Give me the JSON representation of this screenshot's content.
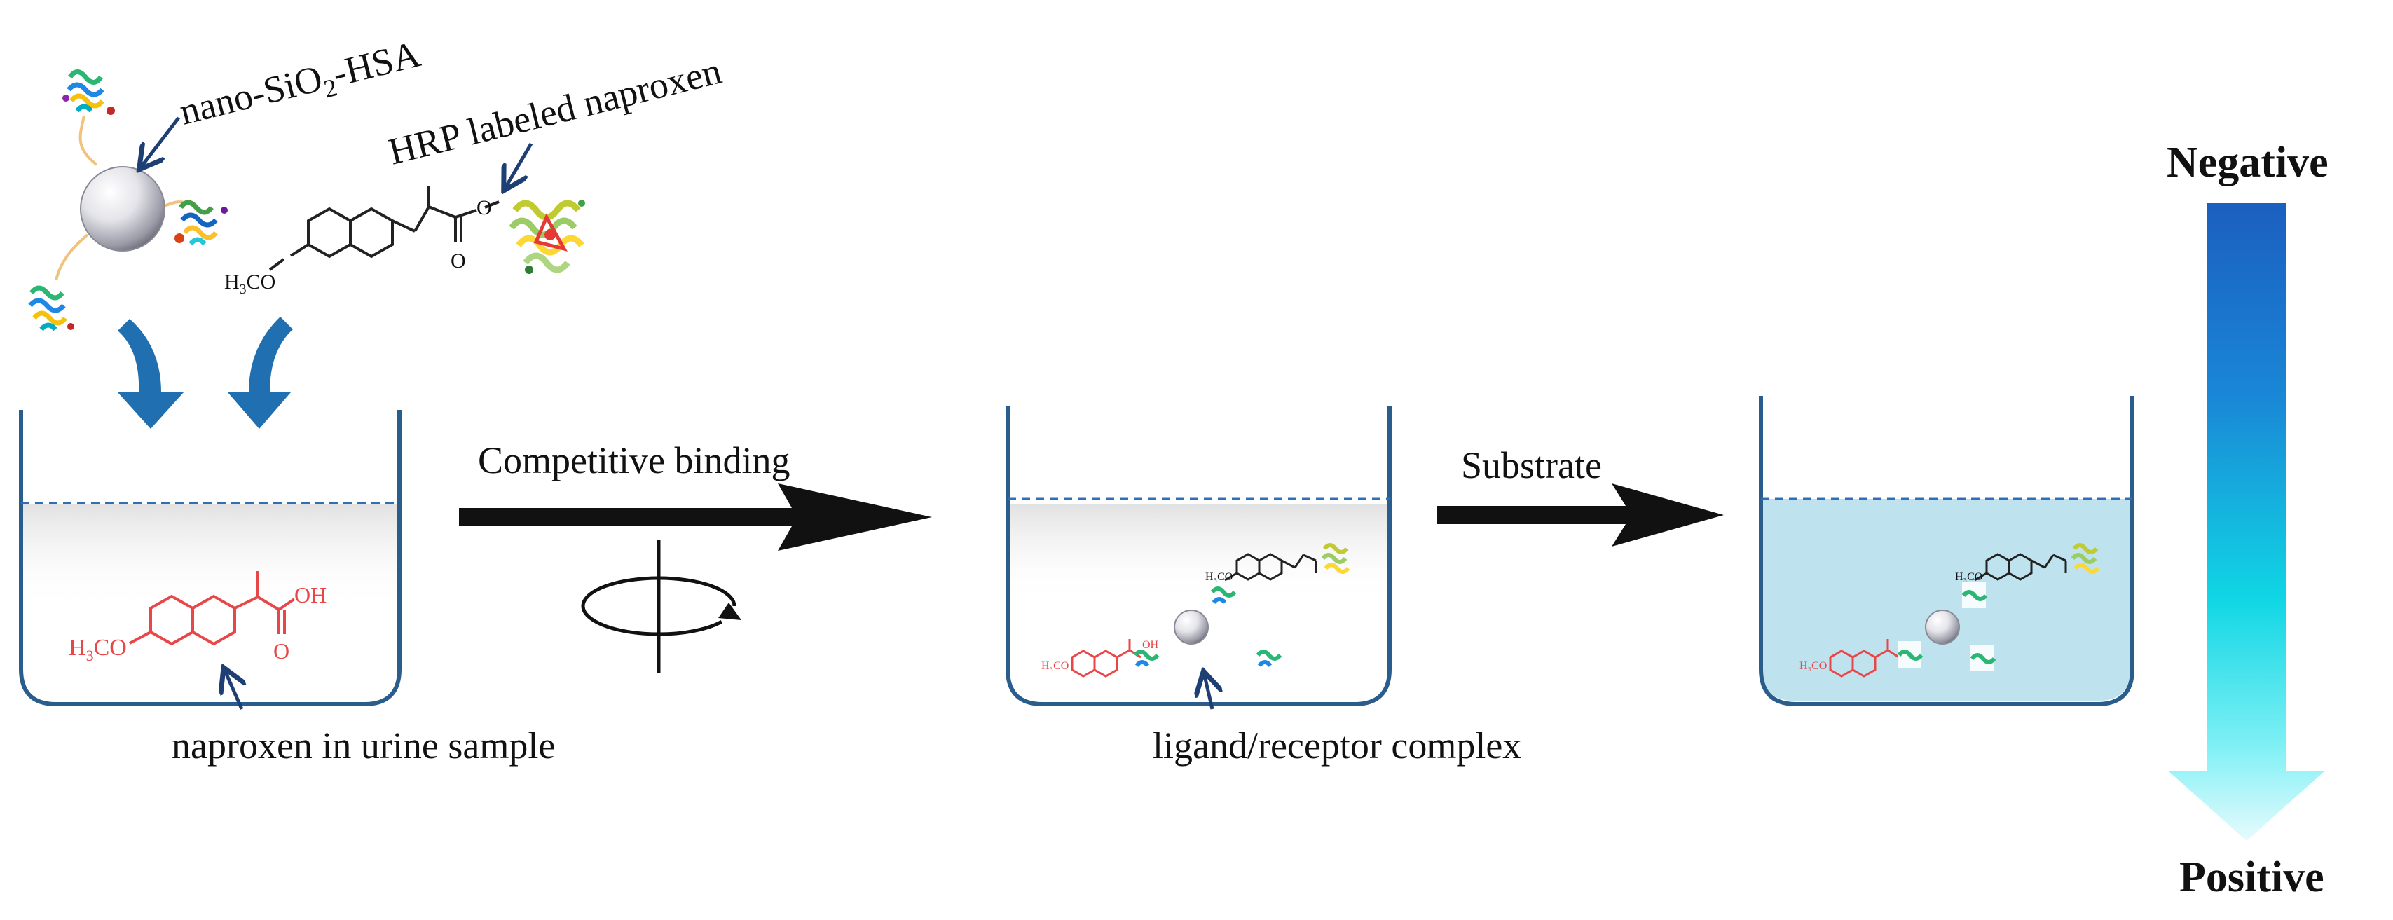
{
  "labels": {
    "nano_prefix": "nano-SiO",
    "nano_sub": "2",
    "nano_suffix": "-HSA",
    "hrp": "HRP  labeled naproxen",
    "competitive": "Competitive  binding",
    "substrate": "Substrate",
    "naproxen_sample": "naproxen  in  urine sample",
    "complex": "ligand/receptor  complex",
    "negative": "Negative",
    "positive": "Positive"
  },
  "chem": {
    "h3co": "H",
    "h3co_sub": "3",
    "h3co_tail": "CO",
    "o": "O",
    "oh": "OH",
    "h3co_small": "H₃CO",
    "oh_small": "OH"
  },
  "colors": {
    "beaker": "#2a5d8c",
    "waterline": "#2f6fb8",
    "curved_arrow": "#1f6fb1",
    "naproxen_red": "#e8474a",
    "solution": "#bfe3ee",
    "gradient_top": "#1b5fbf",
    "gradient_bottom": "#e7fbfd"
  },
  "icons": [
    "silica-nanoparticle-icon",
    "hsa-protein-icon",
    "hrp-enzyme-icon",
    "rotation-icon"
  ]
}
